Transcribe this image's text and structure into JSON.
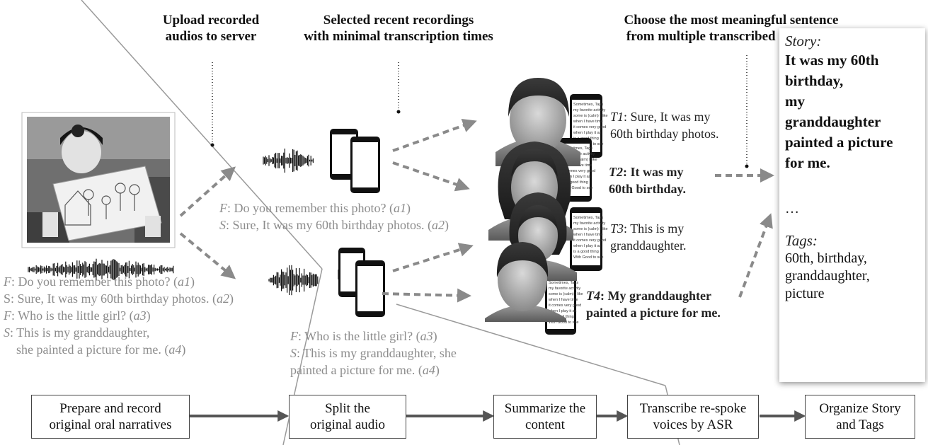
{
  "headers": {
    "upload": [
      "Upload recorded",
      "audios to server"
    ],
    "selected": [
      "Selected recent recordings",
      "with minimal transcription times"
    ],
    "choose": [
      "Choose the most meaningful sentence",
      "from multiple transcribed sentences."
    ]
  },
  "left_dialog": [
    {
      "speaker": "F",
      "text": ": Do you remember this photo? (",
      "tag": "a1",
      "end": ")"
    },
    {
      "speaker": "S",
      "text": ": Sure, It was my 60th birthday photos. (",
      "tag": "a2",
      "end": ")"
    },
    {
      "speaker": "F",
      "text": ": Who is the little girl? (",
      "tag": "a3",
      "end": ")"
    },
    {
      "speaker": "S",
      "text": ": This is my granddaughter,",
      "tag": "",
      "end": ""
    },
    {
      "speaker": "",
      "text": "she painted a picture for me. (",
      "tag": "a4",
      "end": ")"
    }
  ],
  "mid_dialog_top": [
    {
      "speaker": "F",
      "text": ": Do you remember this photo? (",
      "tag": "a1",
      "end": ")"
    },
    {
      "speaker": "S",
      "text": ": Sure, It was my 60th birthday photos. (",
      "tag": "a2",
      "end": ")"
    }
  ],
  "mid_dialog_bottom": [
    {
      "speaker": "F",
      "text": ": Who is the little girl? (",
      "tag": "a3",
      "end": ")"
    },
    {
      "speaker": "S",
      "text": ": This is my granddaughter,  she",
      "tag": "",
      "end": ""
    },
    {
      "speaker": "",
      "text": "painted a picture for me. (",
      "tag": "a4",
      "end": ")"
    }
  ],
  "transcripts": {
    "t1": {
      "id": "T1",
      "line1": ": Sure, It was my",
      "line2": "60th birthday photos."
    },
    "t2": {
      "id": "T2",
      "line1": ": It was my",
      "line2": "60th birthday."
    },
    "t3": {
      "id": "T3",
      "line1": ": This is my",
      "line2": "granddaughter."
    },
    "t4": {
      "id": "T4",
      "line1": ": My granddaughter",
      "line2": "painted a picture for me."
    }
  },
  "story": {
    "label": "Story:",
    "lines": [
      "It was my 60th",
      "birthday,",
      "my",
      "granddaughter",
      "painted a picture",
      "for me."
    ],
    "ellipsis": "…",
    "tags_label": "Tags:",
    "tags": [
      "60th, birthday,",
      "granddaughter,",
      "picture"
    ]
  },
  "phone_text_lines": [
    "Sometimes, Tags",
    "my favorite activity",
    "some is (calm) I like",
    "when I have time",
    "it comes very good",
    "when I play it as",
    "is a good thing",
    "With Good to see"
  ],
  "steps": [
    [
      "Prepare and record",
      "original oral narratives"
    ],
    [
      "Split the",
      "original audio"
    ],
    [
      "Summarize the",
      "content"
    ],
    [
      "Transcribe re-spoke",
      "voices by ASR"
    ],
    [
      "Organize Story",
      "and Tags"
    ]
  ],
  "colors": {
    "arrow_gray": "#8a8a8a",
    "flow_arrow": "#555555",
    "box_border": "#444444"
  }
}
